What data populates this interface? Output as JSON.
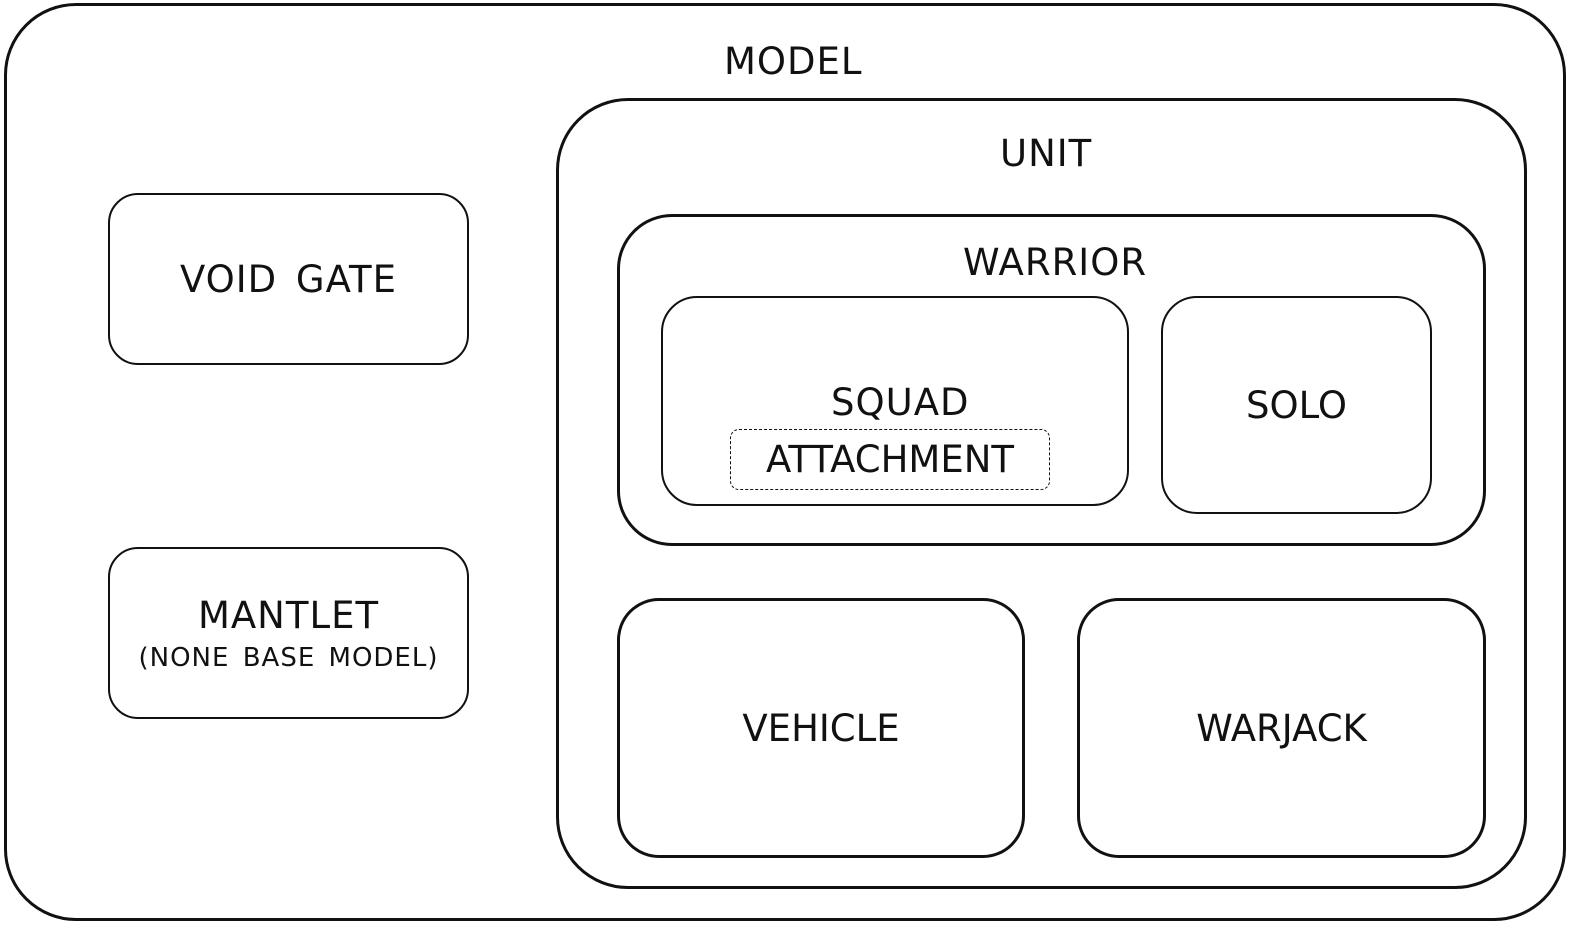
{
  "diagram": {
    "model": {
      "label": "MODEL"
    },
    "void_gate": {
      "label": "VOID GATE"
    },
    "mantlet": {
      "label": "MANTLET",
      "sublabel": "(NONE BASE MODEL)"
    },
    "unit": {
      "label": "UNIT"
    },
    "warrior": {
      "label": "WARRIOR"
    },
    "squad": {
      "label": "SQUAD"
    },
    "attachment": {
      "label": "ATTACHMENT"
    },
    "solo": {
      "label": "SOLO"
    },
    "vehicle": {
      "label": "VEHICLE"
    },
    "warjack": {
      "label": "WARJACK"
    }
  }
}
